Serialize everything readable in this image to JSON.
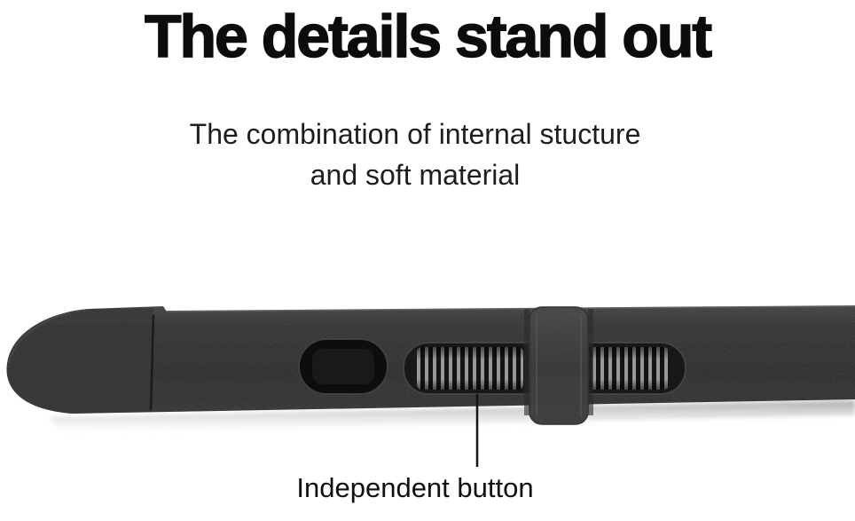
{
  "headline": "The details stand out",
  "subtitle": {
    "line1": "The combination of internal stucture",
    "line2": "and soft material"
  },
  "annotation": {
    "caption": "Independent button"
  },
  "photo": {
    "subject": "black rugged phone case edge close-up",
    "case_color": "#28282a",
    "ridge_highlight_color": "#98989b",
    "background_color": "#ffffff"
  }
}
